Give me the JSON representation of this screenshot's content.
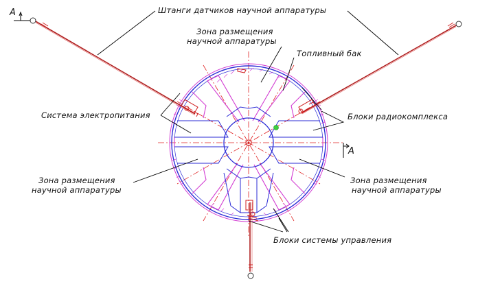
{
  "labels": {
    "booms": "Штанги датчиков научной аппаратуры",
    "zone_top_1": "Зона размещения",
    "zone_top_2": "научной аппаратуры",
    "fuel_tank": "Топливный бак",
    "power_system": "Система электропитания",
    "radio_units": "Блоки радиокомплекса",
    "zone_left_1": "Зона размещения",
    "zone_left_2": "научной аппаратуры",
    "zone_right_1": "Зона размещения",
    "zone_right_2": "научной аппаратуры",
    "control_units": "Блоки системы управления",
    "section_a_left": "А",
    "section_a_right": "А"
  },
  "colors": {
    "structure": "#2b2bd6",
    "insulation": "#d23cd2",
    "centerlines": "#e02020",
    "booms": "#b02020",
    "leaders": "#000000"
  }
}
